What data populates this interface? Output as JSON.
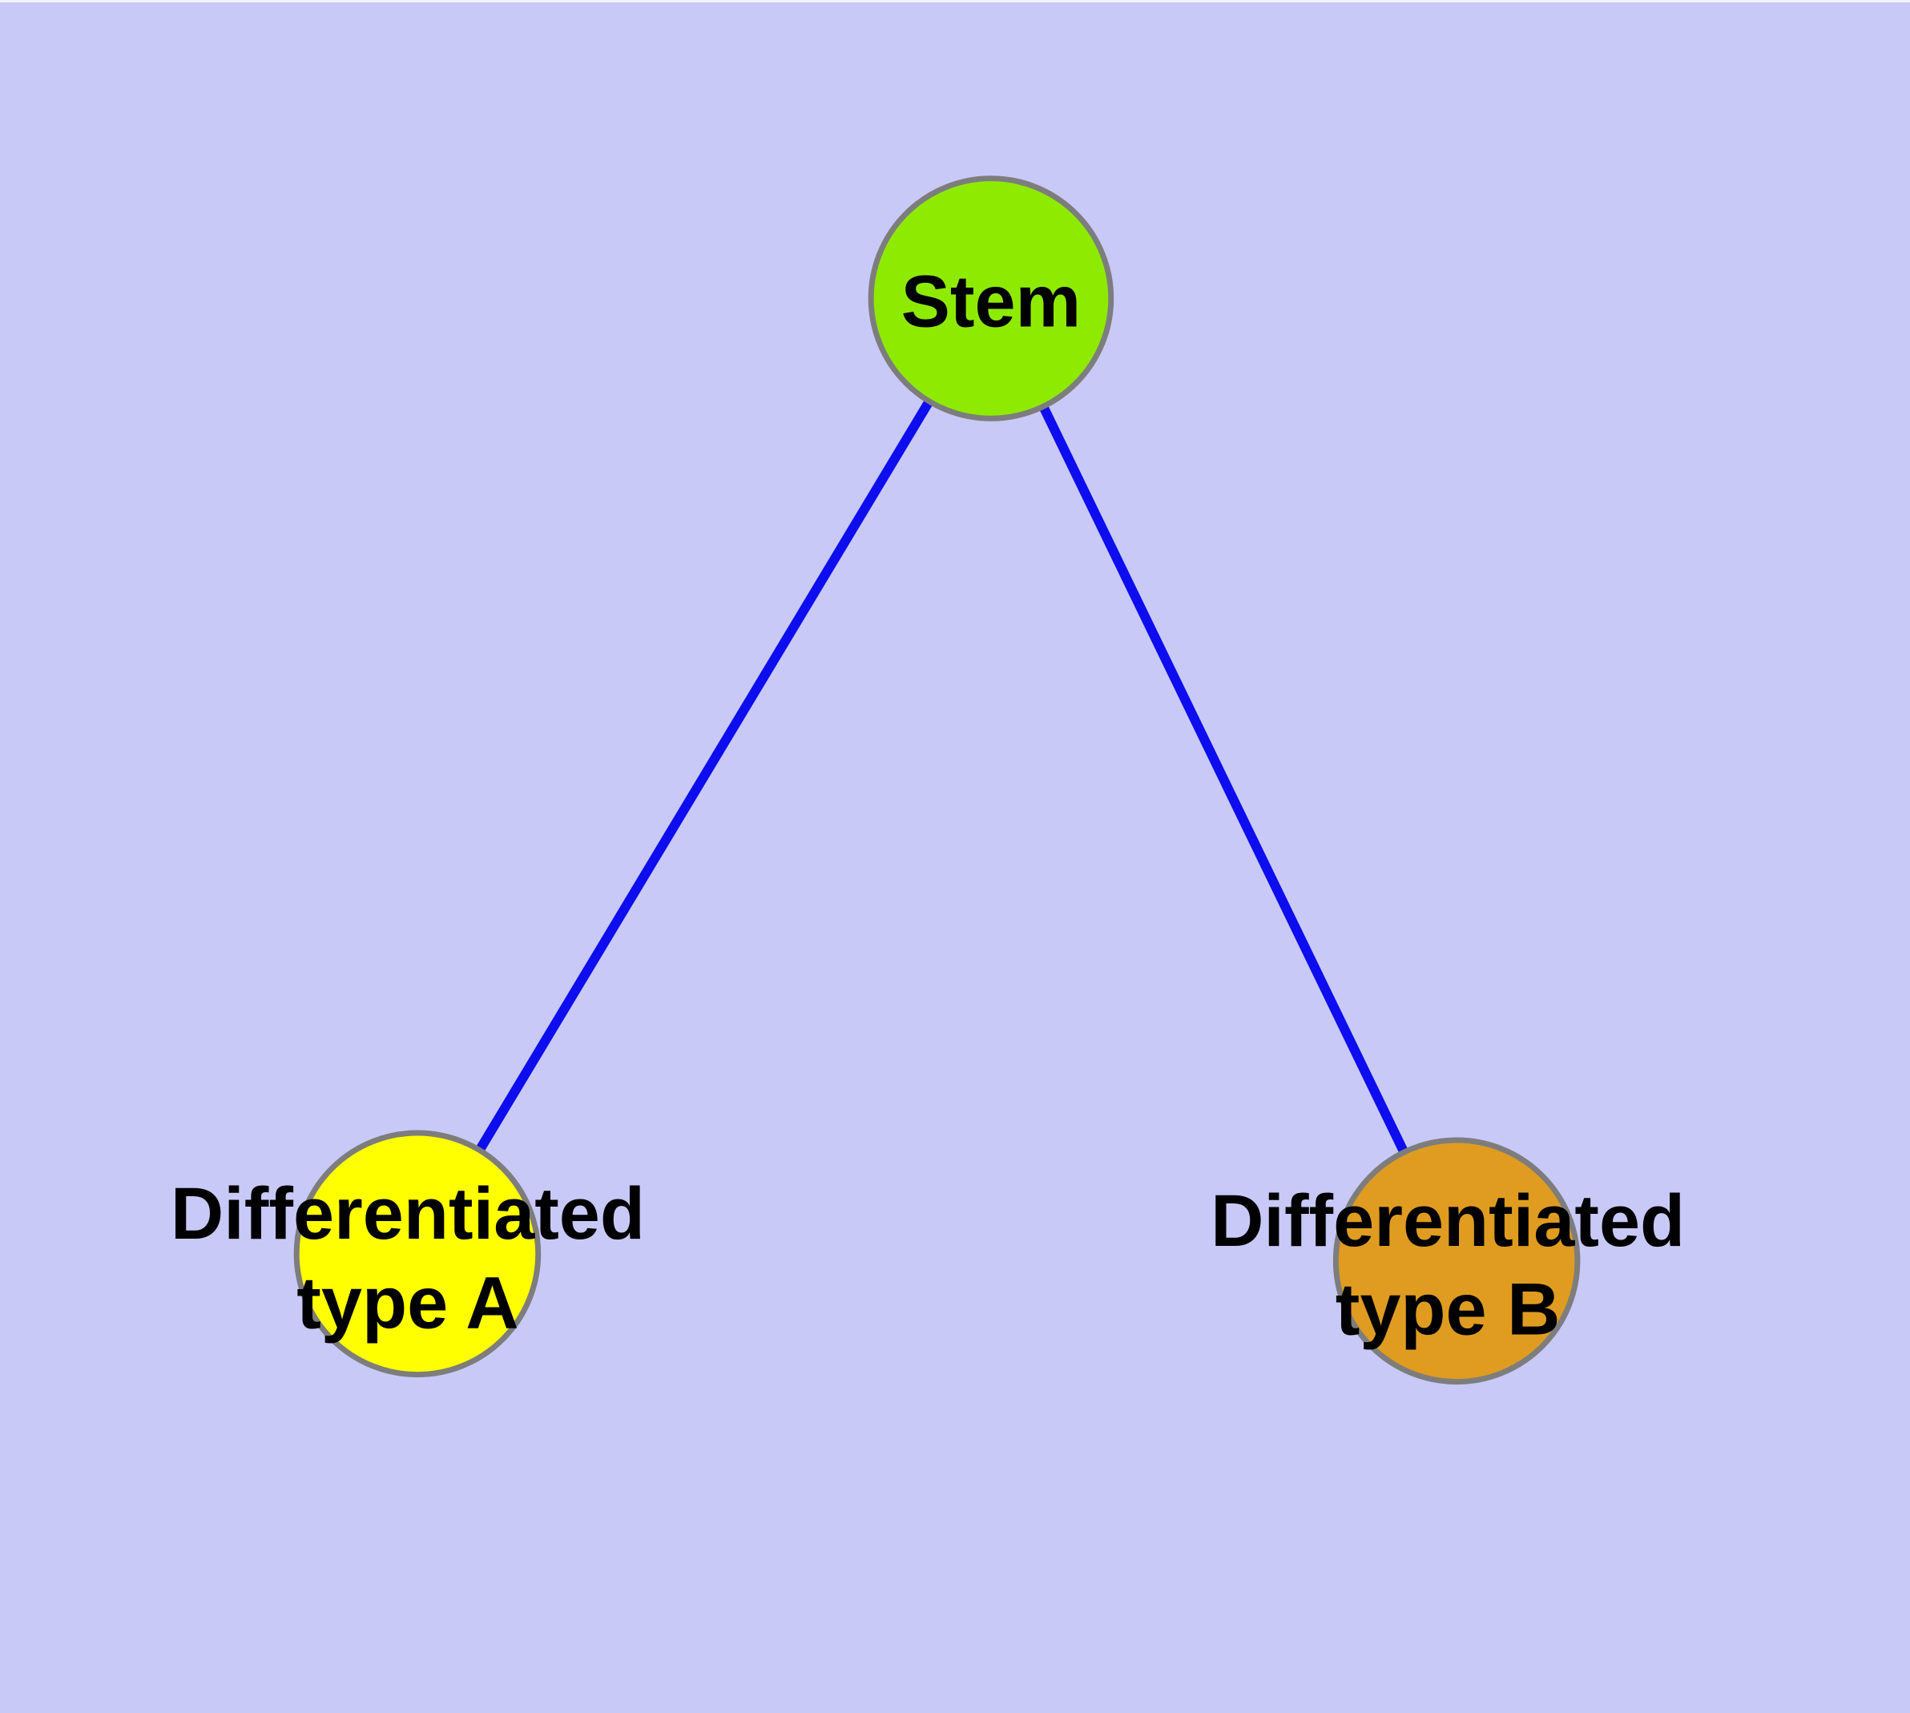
{
  "diagram": {
    "type": "node-link-graph",
    "background_color": "#C9C9F8",
    "edge_color": "#0D0DEF",
    "node_border_color": "#7D7D7D",
    "label_color": "#000000",
    "nodes": [
      {
        "id": "stem",
        "label": "Stem",
        "color": "#8EEB00"
      },
      {
        "id": "differentiated-type-a",
        "label_line1": "Differentiated",
        "label_line2": "type A",
        "color": "#FFFF00"
      },
      {
        "id": "differentiated-type-b",
        "label_line1": "Differentiated",
        "label_line2": "type B",
        "color": "#E09C20"
      }
    ],
    "edges": [
      {
        "from": "Stem",
        "to": "Differentiated type A"
      },
      {
        "from": "Stem",
        "to": "Differentiated type B"
      }
    ]
  }
}
